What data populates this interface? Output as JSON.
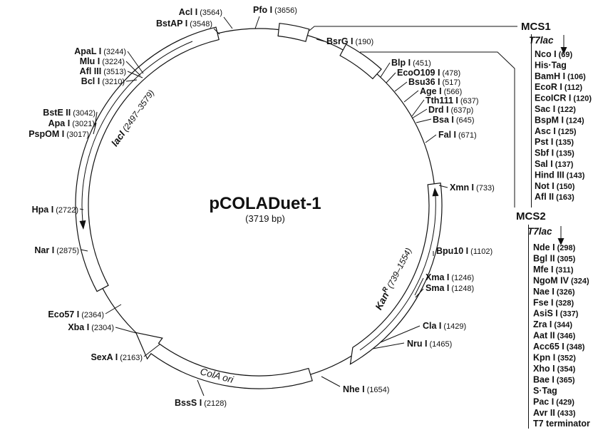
{
  "title": {
    "name": "pCOLADuet-1",
    "size": "(3719 bp)"
  },
  "features": {
    "laci": {
      "name": "lacI",
      "range": "(2497–3579)"
    },
    "kanr": {
      "base": "Kan",
      "sup": "R",
      "range": "(739–1554)"
    },
    "cola": {
      "name": "ColA ori"
    }
  },
  "map_labels": [
    {
      "name": "Pfo I",
      "site": "(3656)"
    },
    {
      "name": "Acl I",
      "site": "(3564)"
    },
    {
      "name": "BstAP I",
      "site": "(3548)"
    },
    {
      "name": "BsrG I",
      "site": "(190)"
    },
    {
      "name": "Blp I",
      "site": "(451)"
    },
    {
      "name": "EcoO109 I",
      "site": "(478)"
    },
    {
      "name": "Bsu36 I",
      "site": "(517)"
    },
    {
      "name": "Age I",
      "site": "(566)"
    },
    {
      "name": "Tth111 I",
      "site": "(637)"
    },
    {
      "name": "Drd I",
      "site": "(637p)"
    },
    {
      "name": "Bsa I",
      "site": "(645)"
    },
    {
      "name": "Fal I",
      "site": "(671)"
    },
    {
      "name": "Xmn I",
      "site": "(733)"
    },
    {
      "name": "Bpu10 I",
      "site": "(1102)"
    },
    {
      "name": "Xma I",
      "site": "(1246)"
    },
    {
      "name": "Sma I",
      "site": "(1248)"
    },
    {
      "name": "Cla I",
      "site": "(1429)"
    },
    {
      "name": "Nru I",
      "site": "(1465)"
    },
    {
      "name": "Nhe I",
      "site": "(1654)"
    },
    {
      "name": "BssS I",
      "site": "(2128)"
    },
    {
      "name": "SexA I",
      "site": "(2163)"
    },
    {
      "name": "Xba I",
      "site": "(2304)"
    },
    {
      "name": "Eco57 I",
      "site": "(2364)"
    },
    {
      "name": "Nar I",
      "site": "(2875)"
    },
    {
      "name": "Hpa I",
      "site": "(2722)"
    },
    {
      "name": "PspOM I",
      "site": "(3017)"
    },
    {
      "name": "Apa I",
      "site": "(3021)"
    },
    {
      "name": "BstE II",
      "site": "(3042)"
    },
    {
      "name": "Bcl I",
      "site": "(3210)"
    },
    {
      "name": "Mlu I",
      "site": "(3224)"
    },
    {
      "name": "ApaL I",
      "site": "(3244)"
    },
    {
      "name": "Afl III",
      "site": "(3513)"
    }
  ],
  "mcs1": {
    "header": "MCS1",
    "promoter": "T7lac",
    "items": [
      {
        "name": "Nco I",
        "site": "(69)"
      },
      {
        "name": "His·Tag",
        "site": ""
      },
      {
        "name": "BamH I",
        "site": "(106)"
      },
      {
        "name": "EcoR I",
        "site": "(112)"
      },
      {
        "name": "EcoICR I",
        "site": "(120)"
      },
      {
        "name": "Sac I",
        "site": "(122)"
      },
      {
        "name": "BspM I",
        "site": "(124)"
      },
      {
        "name": "Asc I",
        "site": "(125)"
      },
      {
        "name": "Pst I",
        "site": "(135)"
      },
      {
        "name": "Sbf I",
        "site": "(135)"
      },
      {
        "name": "Sal I",
        "site": "(137)"
      },
      {
        "name": "Hind III",
        "site": "(143)"
      },
      {
        "name": "Not I",
        "site": "(150)"
      },
      {
        "name": "Afl II",
        "site": "(163)"
      }
    ]
  },
  "mcs2": {
    "header": "MCS2",
    "promoter": "T7lac",
    "items": [
      {
        "name": "Nde I",
        "site": "(298)"
      },
      {
        "name": "Bgl II",
        "site": "(305)"
      },
      {
        "name": "Mfe I",
        "site": "(311)"
      },
      {
        "name": "NgoM IV",
        "site": "(324)"
      },
      {
        "name": "Nae I",
        "site": "(326)"
      },
      {
        "name": "Fse I",
        "site": "(328)"
      },
      {
        "name": "AsiS I",
        "site": "(337)"
      },
      {
        "name": "Zra I",
        "site": "(344)"
      },
      {
        "name": "Aat II",
        "site": "(346)"
      },
      {
        "name": "Acc65 I",
        "site": "(348)"
      },
      {
        "name": "Kpn I",
        "site": "(352)"
      },
      {
        "name": "Xho I",
        "site": "(354)"
      },
      {
        "name": "Bae I",
        "site": "(365)"
      },
      {
        "name": "S·Tag",
        "site": ""
      },
      {
        "name": "Pac I",
        "site": "(429)"
      },
      {
        "name": "Avr II",
        "site": "(433)"
      },
      {
        "name": "T7 terminator",
        "site": ""
      }
    ]
  }
}
